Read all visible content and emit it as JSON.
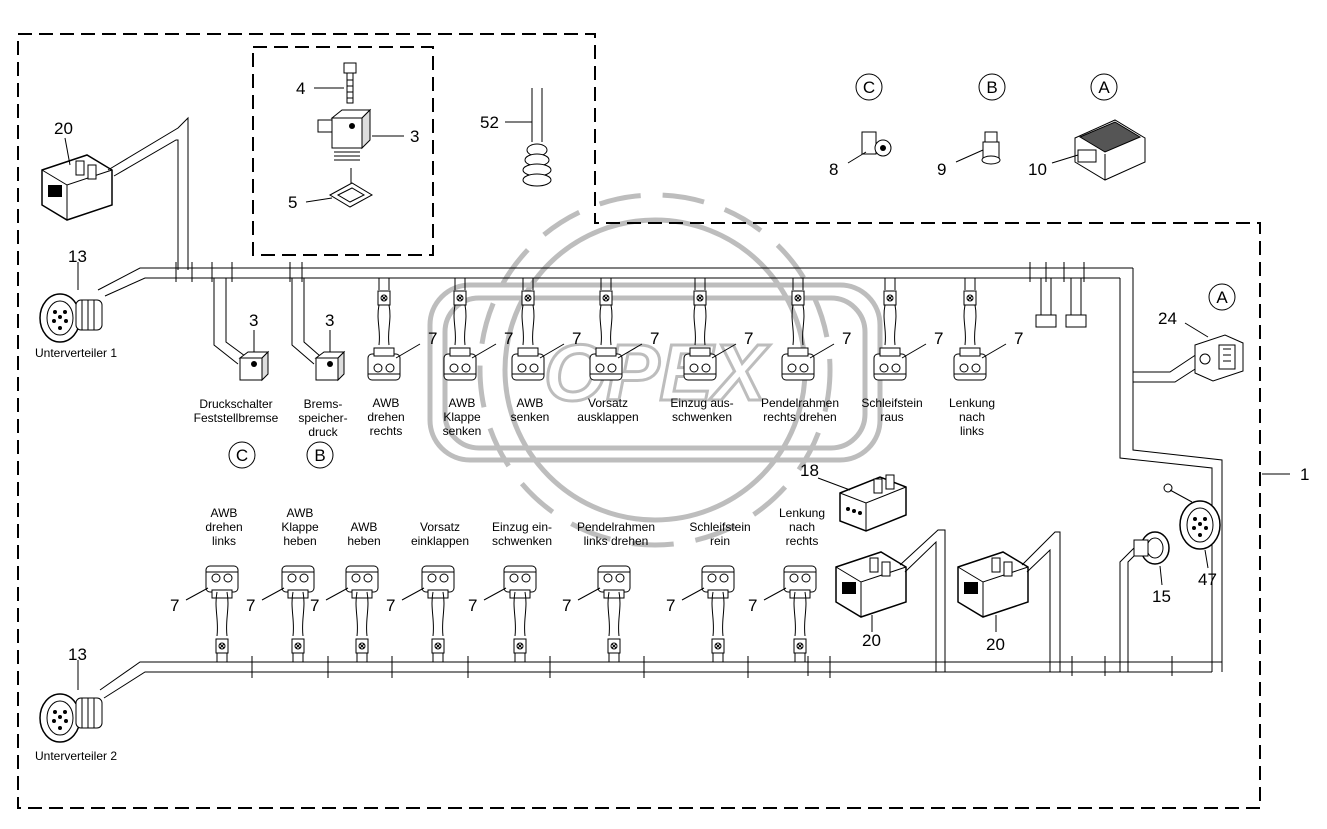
{
  "watermark": {
    "text": "OPEX"
  },
  "labels": {
    "unterverteiler1": "Unterverteiler 1",
    "unterverteiler2": "Unterverteiler 2",
    "druckschalter": [
      "Druckschalter",
      "Feststellbremse"
    ],
    "bremsdruck": [
      "Brems-",
      "speicher-",
      "druck"
    ]
  },
  "callouts": {
    "a": "A",
    "b": "B",
    "c": "C"
  },
  "numbers": {
    "n1": "1",
    "n3": "3",
    "n4": "4",
    "n5": "5",
    "n7": "7",
    "n8": "8",
    "n9": "9",
    "n10": "10",
    "n13": "13",
    "n15": "15",
    "n18": "18",
    "n20": "20",
    "n24": "24",
    "n47": "47",
    "n52": "52"
  },
  "top_valves": [
    [
      "AWB",
      "drehen",
      "rechts"
    ],
    [
      "AWB",
      "Klappe",
      "senken"
    ],
    [
      "AWB",
      "senken"
    ],
    [
      "Vorsatz",
      "ausklappen"
    ],
    [
      "Einzug aus-",
      "schwenken"
    ],
    [
      "Pendelrahmen",
      "rechts drehen"
    ],
    [
      "Schleifstein",
      "raus"
    ],
    [
      "Lenkung",
      "nach",
      "links"
    ]
  ],
  "bottom_valves": [
    [
      "AWB",
      "drehen",
      "links"
    ],
    [
      "AWB",
      "Klappe",
      "heben"
    ],
    [
      "AWB",
      "heben"
    ],
    [
      "Vorsatz",
      "einklappen"
    ],
    [
      "Einzug ein-",
      "schwenken"
    ],
    [
      "Pendelrahmen",
      "links drehen"
    ],
    [
      "Schleifstein",
      "rein"
    ],
    [
      "Lenkung",
      "nach",
      "rechts"
    ]
  ]
}
